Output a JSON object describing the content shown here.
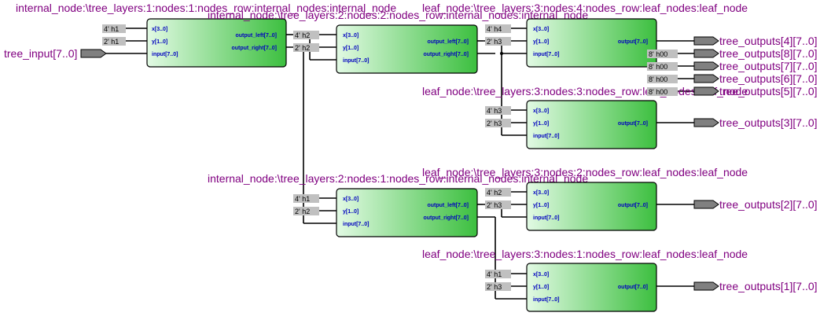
{
  "input": {
    "label": "tree_input[7..0]"
  },
  "internal_nodes": [
    {
      "id": "n1",
      "title": "internal_node:\\tree_layers:1:nodes:1:nodes_row:internal_nodes:internal_node",
      "consts": [
        "4' h1",
        "2' h1"
      ],
      "inputs": [
        "x[3..0]",
        "y[1..0]",
        "input[7..0]"
      ],
      "outputs": [
        "output_left[7..0]",
        "output_right[7..0]"
      ]
    },
    {
      "id": "n22",
      "title": "internal_node:\\tree_layers:2:nodes:2:nodes_row:internal_nodes:internal_node",
      "consts": [
        "4' h2",
        "2' h2"
      ],
      "inputs": [
        "x[3..0]",
        "y[1..0]",
        "input[7..0]"
      ],
      "outputs": [
        "output_left[7..0]",
        "output_right[7..0]"
      ]
    },
    {
      "id": "n21",
      "title": "internal_node:\\tree_layers:2:nodes:1:nodes_row:internal_nodes:internal_node",
      "consts": [
        "4' h1",
        "2' h2"
      ],
      "inputs": [
        "x[3..0]",
        "y[1..0]",
        "input[7..0]"
      ],
      "outputs": [
        "output_left[7..0]",
        "output_right[7..0]"
      ]
    }
  ],
  "leaf_nodes": [
    {
      "id": "l4",
      "title": "leaf_node:\\tree_layers:3:nodes:4:nodes_row:leaf_nodes:leaf_node",
      "consts": [
        "4' h4",
        "2' h3"
      ],
      "inputs": [
        "x[3..0]",
        "y[1..0]",
        "input[7..0]"
      ],
      "output": "output[7..0]"
    },
    {
      "id": "l3",
      "title": "leaf_node:\\tree_layers:3:nodes:3:nodes_row:leaf_nodes:leaf_node",
      "consts": [
        "4' h3",
        "2' h3"
      ],
      "inputs": [
        "x[3..0]",
        "y[1..0]",
        "input[7..0]"
      ],
      "output": "output[7..0]"
    },
    {
      "id": "l2",
      "title": "leaf_node:\\tree_layers:3:nodes:2:nodes_row:leaf_nodes:leaf_node",
      "consts": [
        "4' h2",
        "2' h3"
      ],
      "inputs": [
        "x[3..0]",
        "y[1..0]",
        "input[7..0]"
      ],
      "output": "output[7..0]"
    },
    {
      "id": "l1",
      "title": "leaf_node:\\tree_layers:3:nodes:1:nodes_row:leaf_nodes:leaf_node",
      "consts": [
        "4' h1",
        "2' h3"
      ],
      "inputs": [
        "x[3..0]",
        "y[1..0]",
        "input[7..0]"
      ],
      "output": "output[7..0]"
    }
  ],
  "outputs": {
    "const_value": "8' h00",
    "labels": [
      "tree_outputs[4][7..0]",
      "tree_outputs[8][7..0]",
      "tree_outputs[7][7..0]",
      "tree_outputs[6][7..0]",
      "tree_outputs[5][7..0]",
      "tree_outputs[3][7..0]",
      "tree_outputs[2][7..0]",
      "tree_outputs[1][7..0]"
    ]
  },
  "colors": {
    "block_light": "#ddf8e0",
    "block_dark": "#3cc040",
    "title": "#800080",
    "port": "#0000c0",
    "const_bg": "#c0c0c0",
    "pin": "#808080"
  }
}
